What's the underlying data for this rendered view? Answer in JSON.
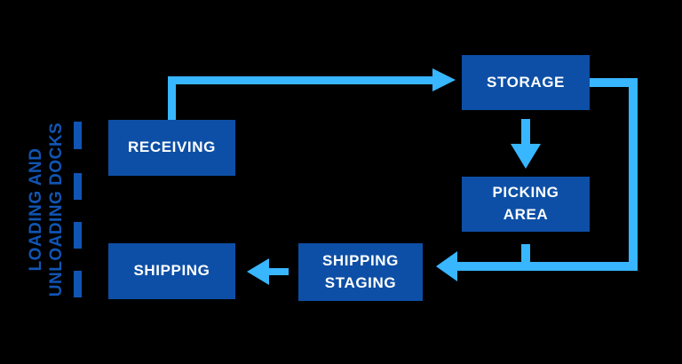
{
  "diagram": {
    "type": "warehouse-flow",
    "background": "#000000",
    "colors": {
      "box_fill": "#0d4fa6",
      "box_text": "#ffffff",
      "arrow": "#38b6ff",
      "dock_accent": "#1155b4"
    },
    "nodes": {
      "receiving": {
        "label": "RECEIVING"
      },
      "storage": {
        "label": "STORAGE"
      },
      "picking_area": {
        "label": "PICKING\nAREA"
      },
      "shipping_staging": {
        "label": "SHIPPING\nSTAGING"
      },
      "shipping": {
        "label": "SHIPPING"
      }
    },
    "side_label": {
      "text": "LOADING AND\nUNLOADING DOCKS"
    },
    "connections": [
      {
        "from": "receiving",
        "to": "storage",
        "style": "elbow-up-right-arrow"
      },
      {
        "from": "storage",
        "to": "picking_area",
        "style": "down-arrow"
      },
      {
        "from": "storage",
        "to": "shipping_staging",
        "style": "elbow-right-down-left-arrow"
      },
      {
        "from": "picking_area",
        "to": "shipping_staging",
        "style": "down-then-left-merge"
      },
      {
        "from": "shipping_staging",
        "to": "shipping",
        "style": "left-arrow"
      }
    ],
    "dock_line": {
      "style": "dashed-vertical",
      "dash_count": 4
    }
  }
}
